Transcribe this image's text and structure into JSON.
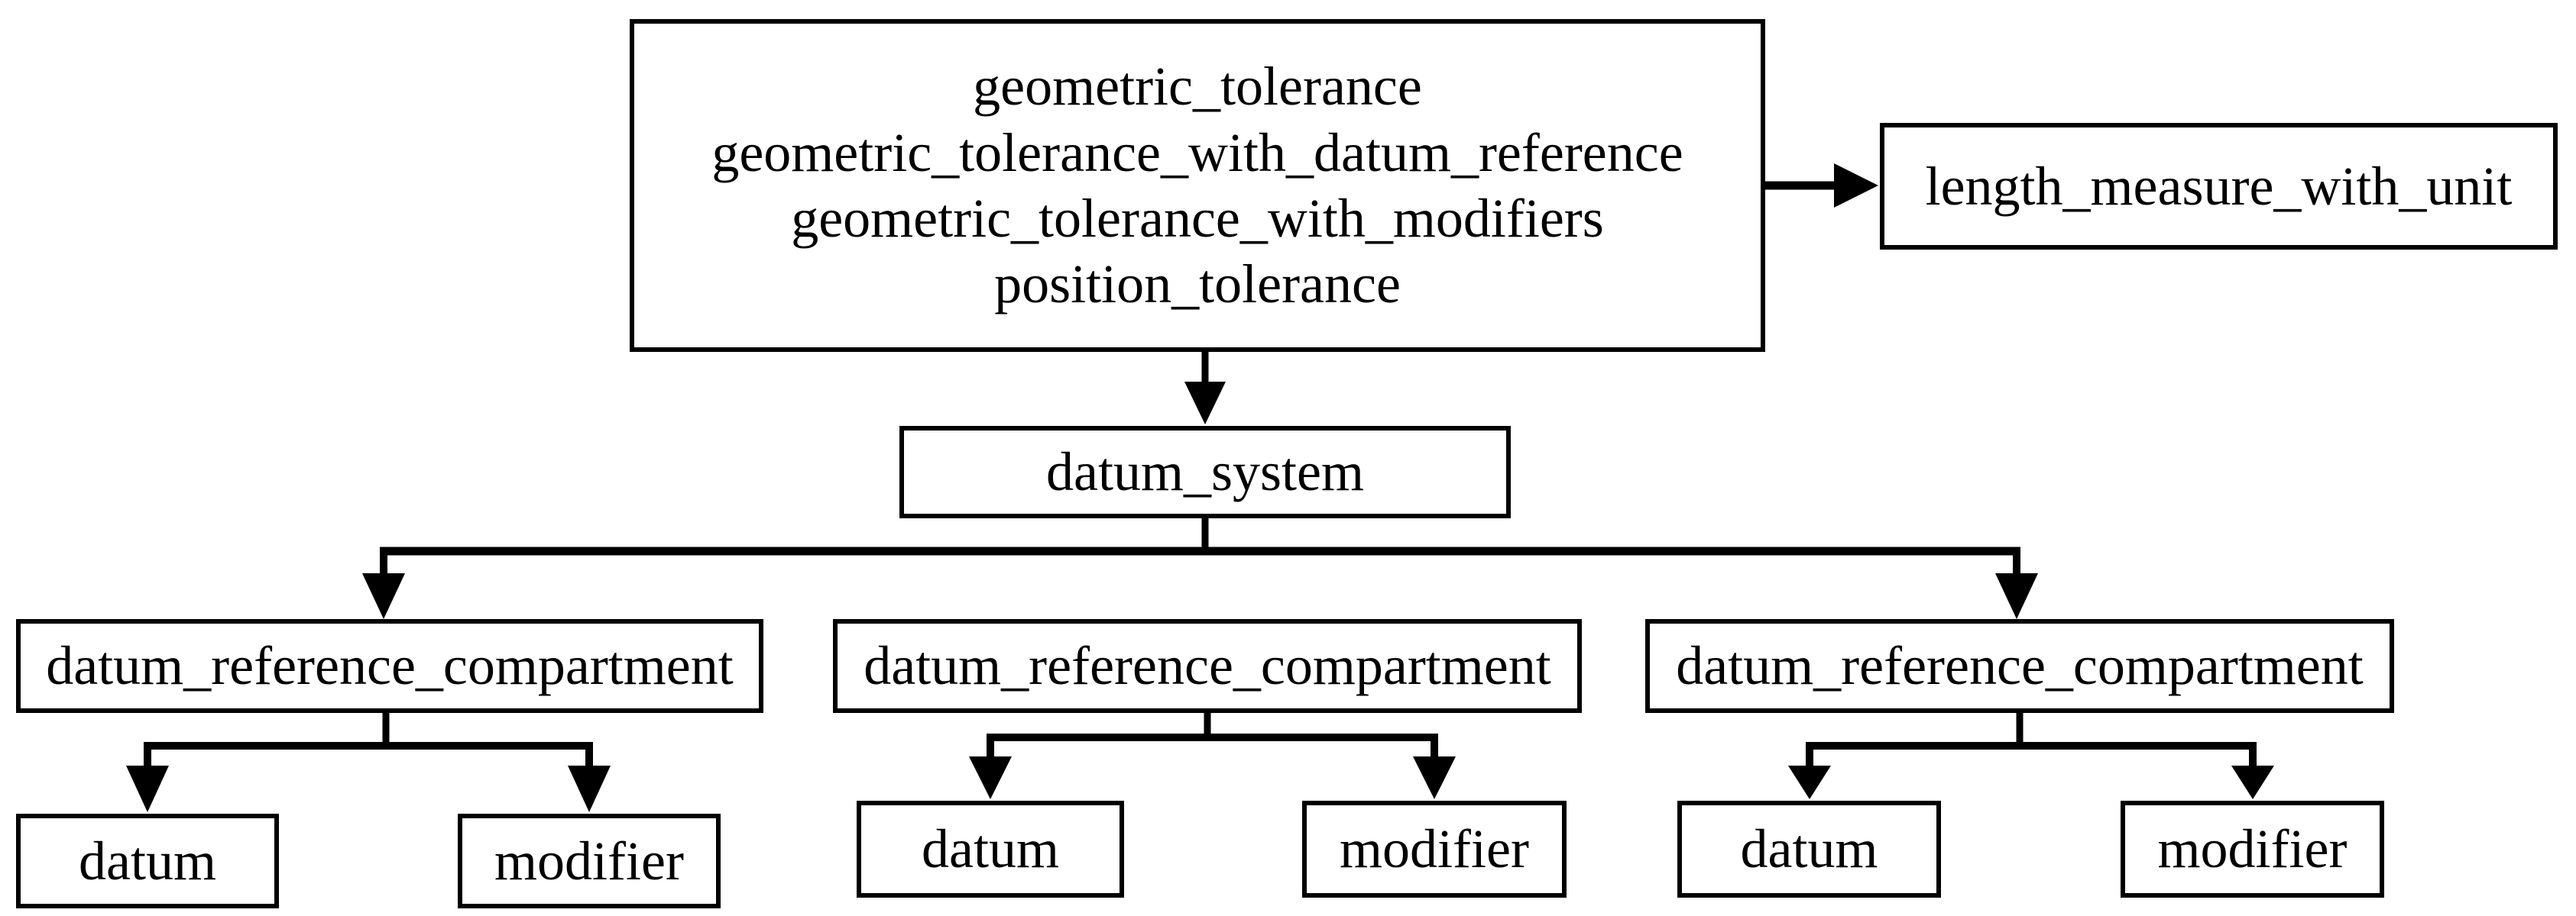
{
  "diagram": {
    "root_box": {
      "lines": [
        "geometric_tolerance",
        "geometric_tolerance_with_datum_reference",
        "geometric_tolerance_with_modifiers",
        "position_tolerance"
      ]
    },
    "length_box": {
      "label": "length_measure_with_unit"
    },
    "datum_system_box": {
      "label": "datum_system"
    },
    "groups": [
      {
        "compartment": "datum_reference_compartment",
        "children": [
          {
            "label": "datum"
          },
          {
            "label": "modifier"
          }
        ]
      },
      {
        "compartment": "datum_reference_compartment",
        "children": [
          {
            "label": "datum"
          },
          {
            "label": "modifier"
          }
        ]
      },
      {
        "compartment": "datum_reference_compartment",
        "children": [
          {
            "label": "datum"
          },
          {
            "label": "modifier"
          }
        ]
      }
    ],
    "colors": {
      "line": "#000000",
      "box_fill": "#ffffff",
      "background": "#ffffff",
      "text": "#000000"
    }
  }
}
